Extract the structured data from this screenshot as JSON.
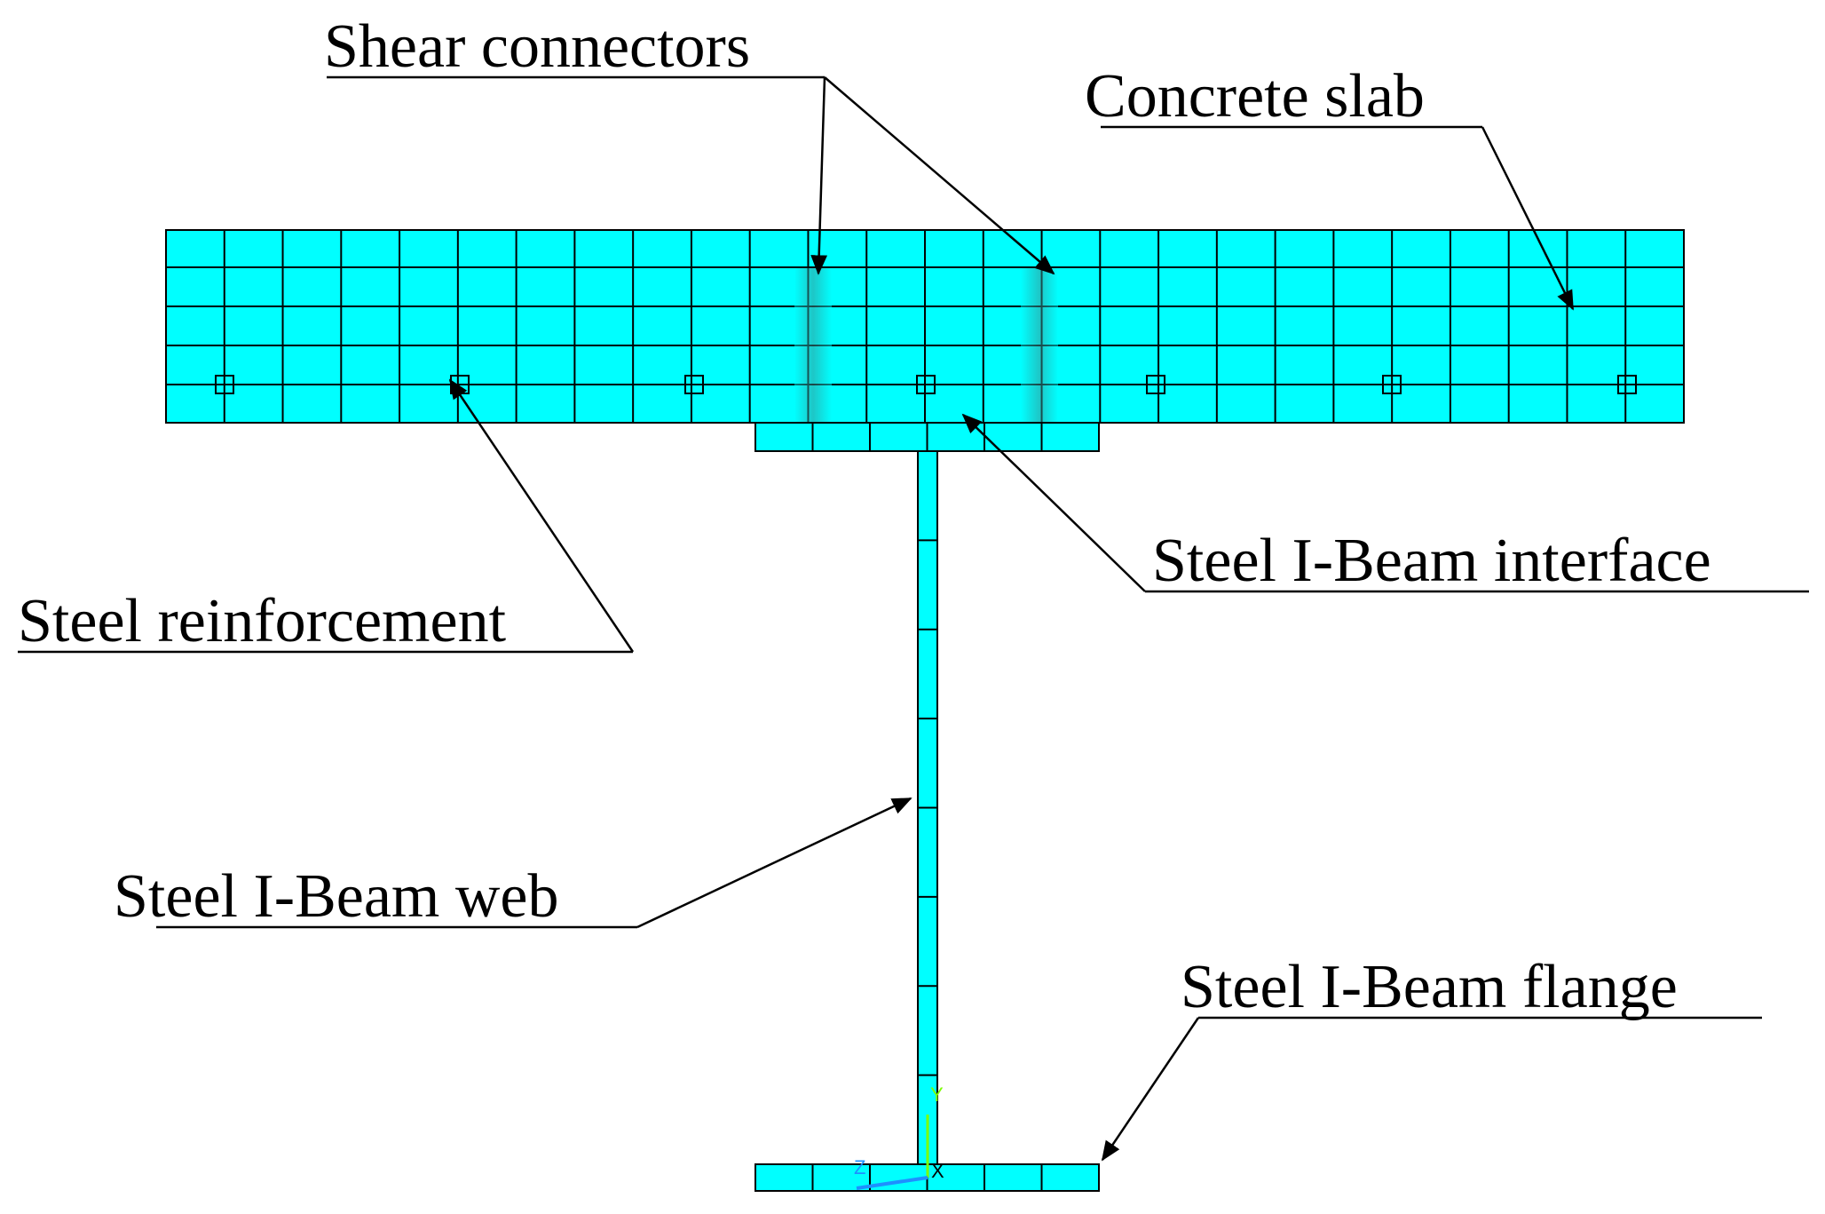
{
  "labels": {
    "shear_connectors": "Shear connectors",
    "concrete_slab": "Concrete slab",
    "steel_reinforcement": "Steel reinforcement",
    "steel_ibeam_interface": "Steel I-Beam interface",
    "steel_ibeam_web": "Steel I-Beam web",
    "steel_ibeam_flange": "Steel I-Beam flange"
  },
  "axes": {
    "y": "Y",
    "z": "Z",
    "x": "X"
  },
  "colors": {
    "mesh_fill": "#00FFFF",
    "mesh_line": "#000000",
    "axis_y": "#7CFC00",
    "axis_z": "#1E90FF",
    "connector": "#4A9C9C"
  },
  "mesh": {
    "slab_columns": 26,
    "slab_rows": 5,
    "interface_columns": 6,
    "web_segments": 8,
    "flange_columns": 6,
    "reinforcement_bars": 7,
    "shear_connectors": 2
  }
}
